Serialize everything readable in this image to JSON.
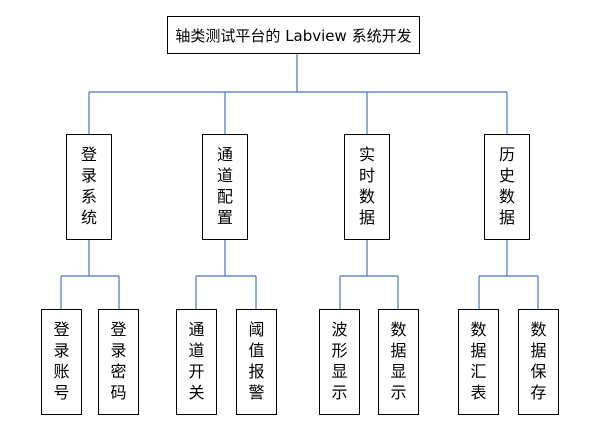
{
  "diagram": {
    "root": "轴类测试平台的 Labview 系统开发",
    "modules": [
      {
        "label": "登录系统",
        "children": [
          "登录账号",
          "登录密码"
        ]
      },
      {
        "label": "通道配置",
        "children": [
          "通道开关",
          "阈值报警"
        ]
      },
      {
        "label": "实时数据",
        "children": [
          "波形显示",
          "数据显示"
        ]
      },
      {
        "label": "历史数据",
        "children": [
          "数据汇表",
          "数据保存"
        ]
      }
    ]
  },
  "colors": {
    "connector": "#4a78b5",
    "border": "#000000"
  }
}
